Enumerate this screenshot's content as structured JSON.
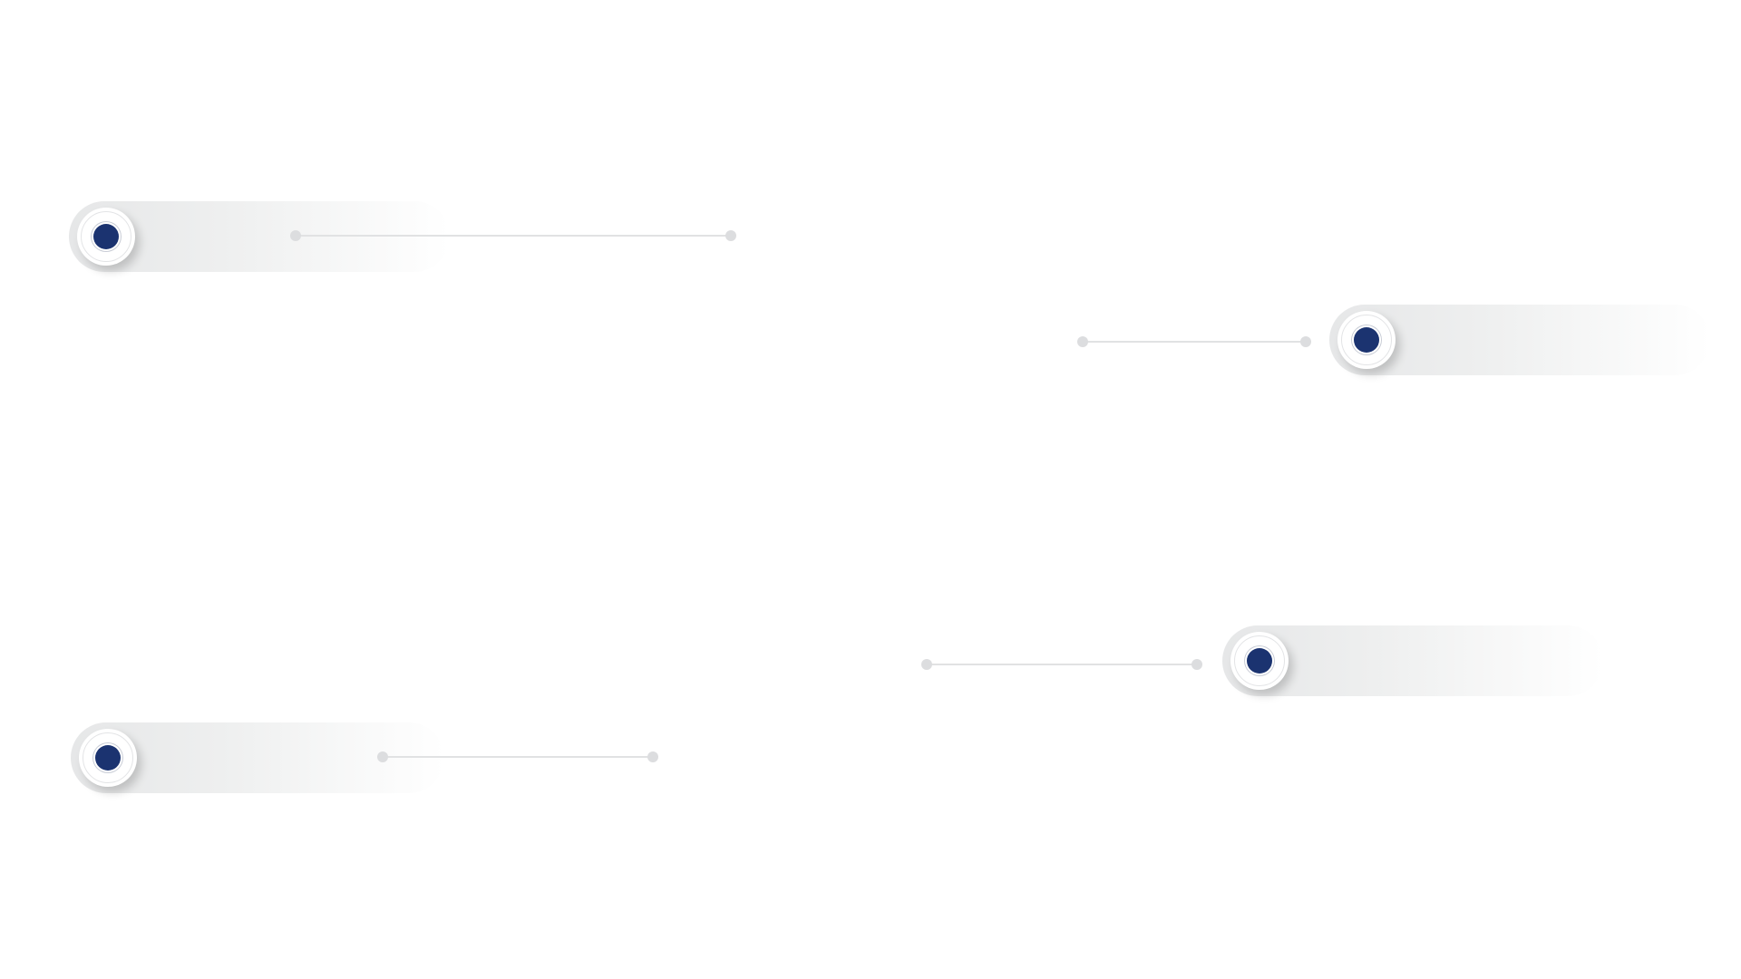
{
  "colors": {
    "accent": "#1b3370",
    "band": "#e7e8e9",
    "connector": "#dcdddf",
    "background": "#ffffff"
  },
  "steps": [
    {
      "id": "step-1",
      "label": ""
    },
    {
      "id": "step-2",
      "label": ""
    },
    {
      "id": "step-3",
      "label": ""
    },
    {
      "id": "step-4",
      "label": ""
    }
  ]
}
